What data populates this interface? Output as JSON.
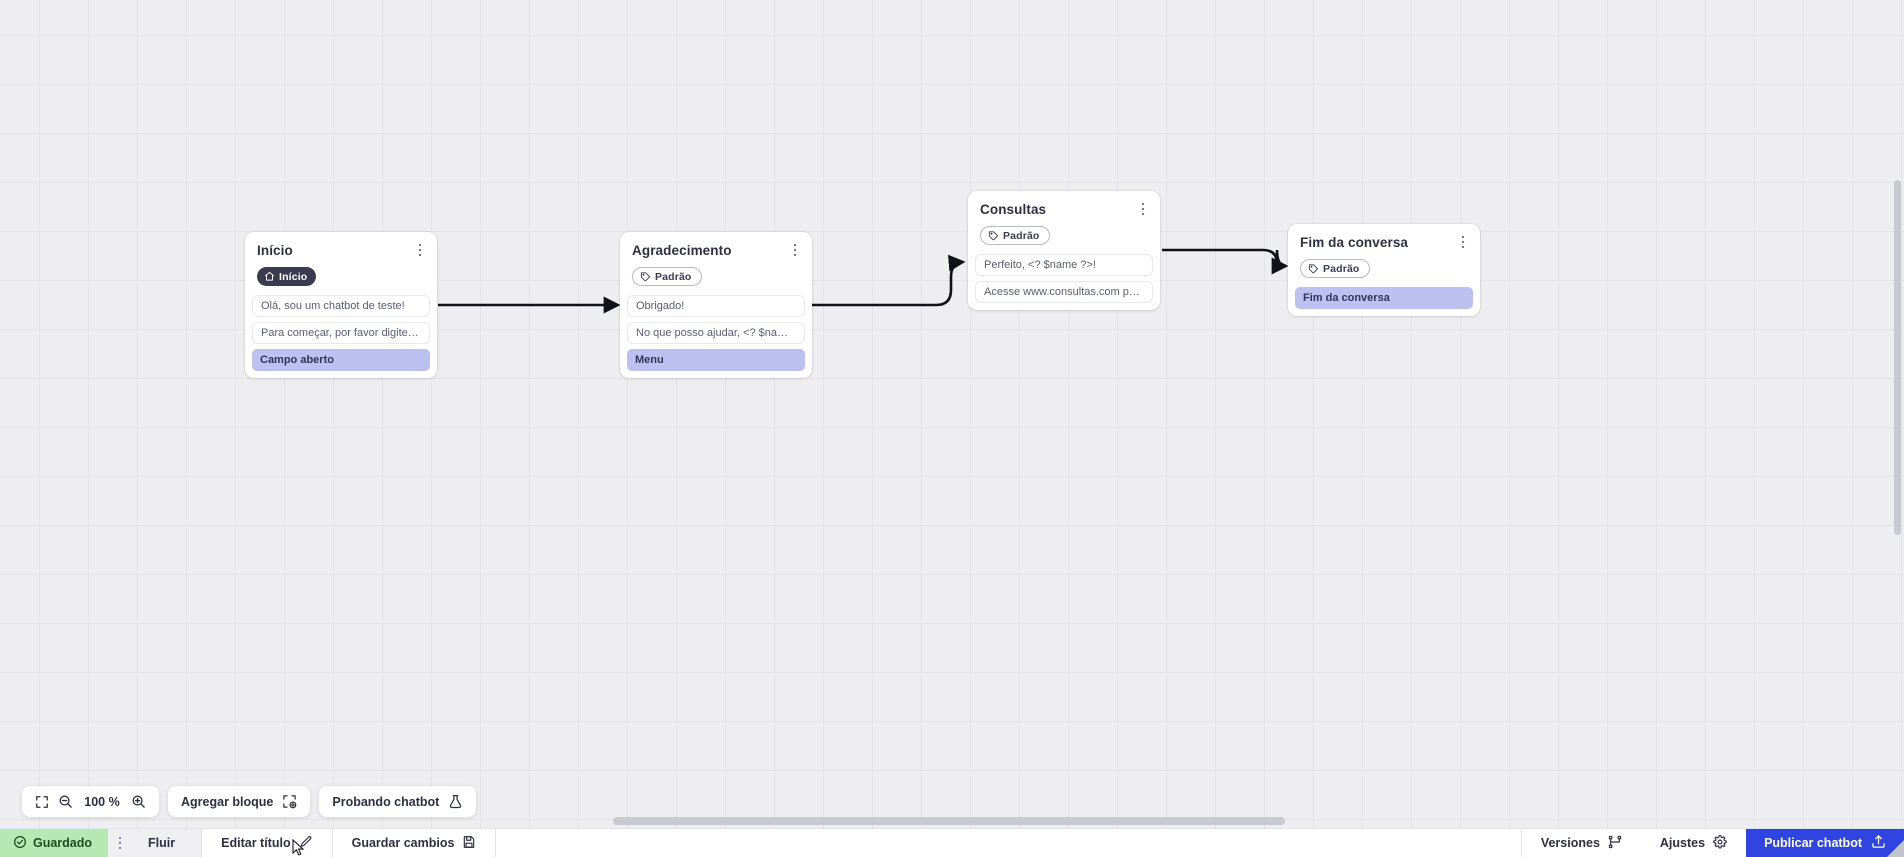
{
  "canvas": {
    "zoom_level": "100 %",
    "grid": true
  },
  "nodes": [
    {
      "id": "inicio",
      "title": "Início",
      "badge": {
        "label": "Início",
        "type": "start",
        "icon": "home-icon"
      },
      "messages": [
        "Olá, sou um chatbot de teste!",
        "Para começar, por favor digite o ..."
      ],
      "action": "Campo aberto"
    },
    {
      "id": "agradecimento",
      "title": "Agradecimento",
      "badge": {
        "label": "Padrão",
        "type": "default",
        "icon": "tag-icon"
      },
      "messages": [
        "Obrigado!",
        "No que posso ajudar, <? $name ..."
      ],
      "action": "Menu"
    },
    {
      "id": "consultas",
      "title": "Consultas",
      "badge": {
        "label": "Padrão",
        "type": "default",
        "icon": "tag-icon"
      },
      "messages": [
        "Perfeito, <? $name ?>!",
        "Acesse www.consultas.com par..."
      ],
      "action": null
    },
    {
      "id": "fim",
      "title": "Fim da conversa",
      "badge": {
        "label": "Padrão",
        "type": "default",
        "icon": "tag-icon"
      },
      "messages": [],
      "action": "Fim da conversa"
    }
  ],
  "toolbar": {
    "fit_icon": "fit-screen-icon",
    "zoom_out_icon": "zoom-out-icon",
    "zoom_in_icon": "zoom-in-icon",
    "zoom_value": "100 %",
    "add_block_label": "Agregar bloque",
    "add_block_icon": "add-block-icon",
    "test_chatbot_label": "Probando chatbot",
    "test_chatbot_icon": "flask-icon"
  },
  "statusbar": {
    "saved_label": "Guardado",
    "saved_icon": "check-circle-icon",
    "menu_icon": "kebab-icon",
    "flow_label": "Fluir",
    "edit_title_label": "Editar título",
    "edit_title_icon": "pencil-icon",
    "save_changes_label": "Guardar cambios",
    "save_changes_icon": "floppy-icon",
    "versions_label": "Versiones",
    "versions_icon": "branch-icon",
    "settings_label": "Ajustes",
    "settings_icon": "gear-icon",
    "publish_label": "Publicar chatbot",
    "publish_icon": "upload-icon"
  },
  "colors": {
    "accent": "#2f44e0",
    "saved_bg": "#b6e8b4",
    "action_bg": "#bcc1f0",
    "badge_start_bg": "#3b3b4f",
    "canvas_bg": "#eeeef0",
    "grid_line": "#e4e4e8"
  }
}
